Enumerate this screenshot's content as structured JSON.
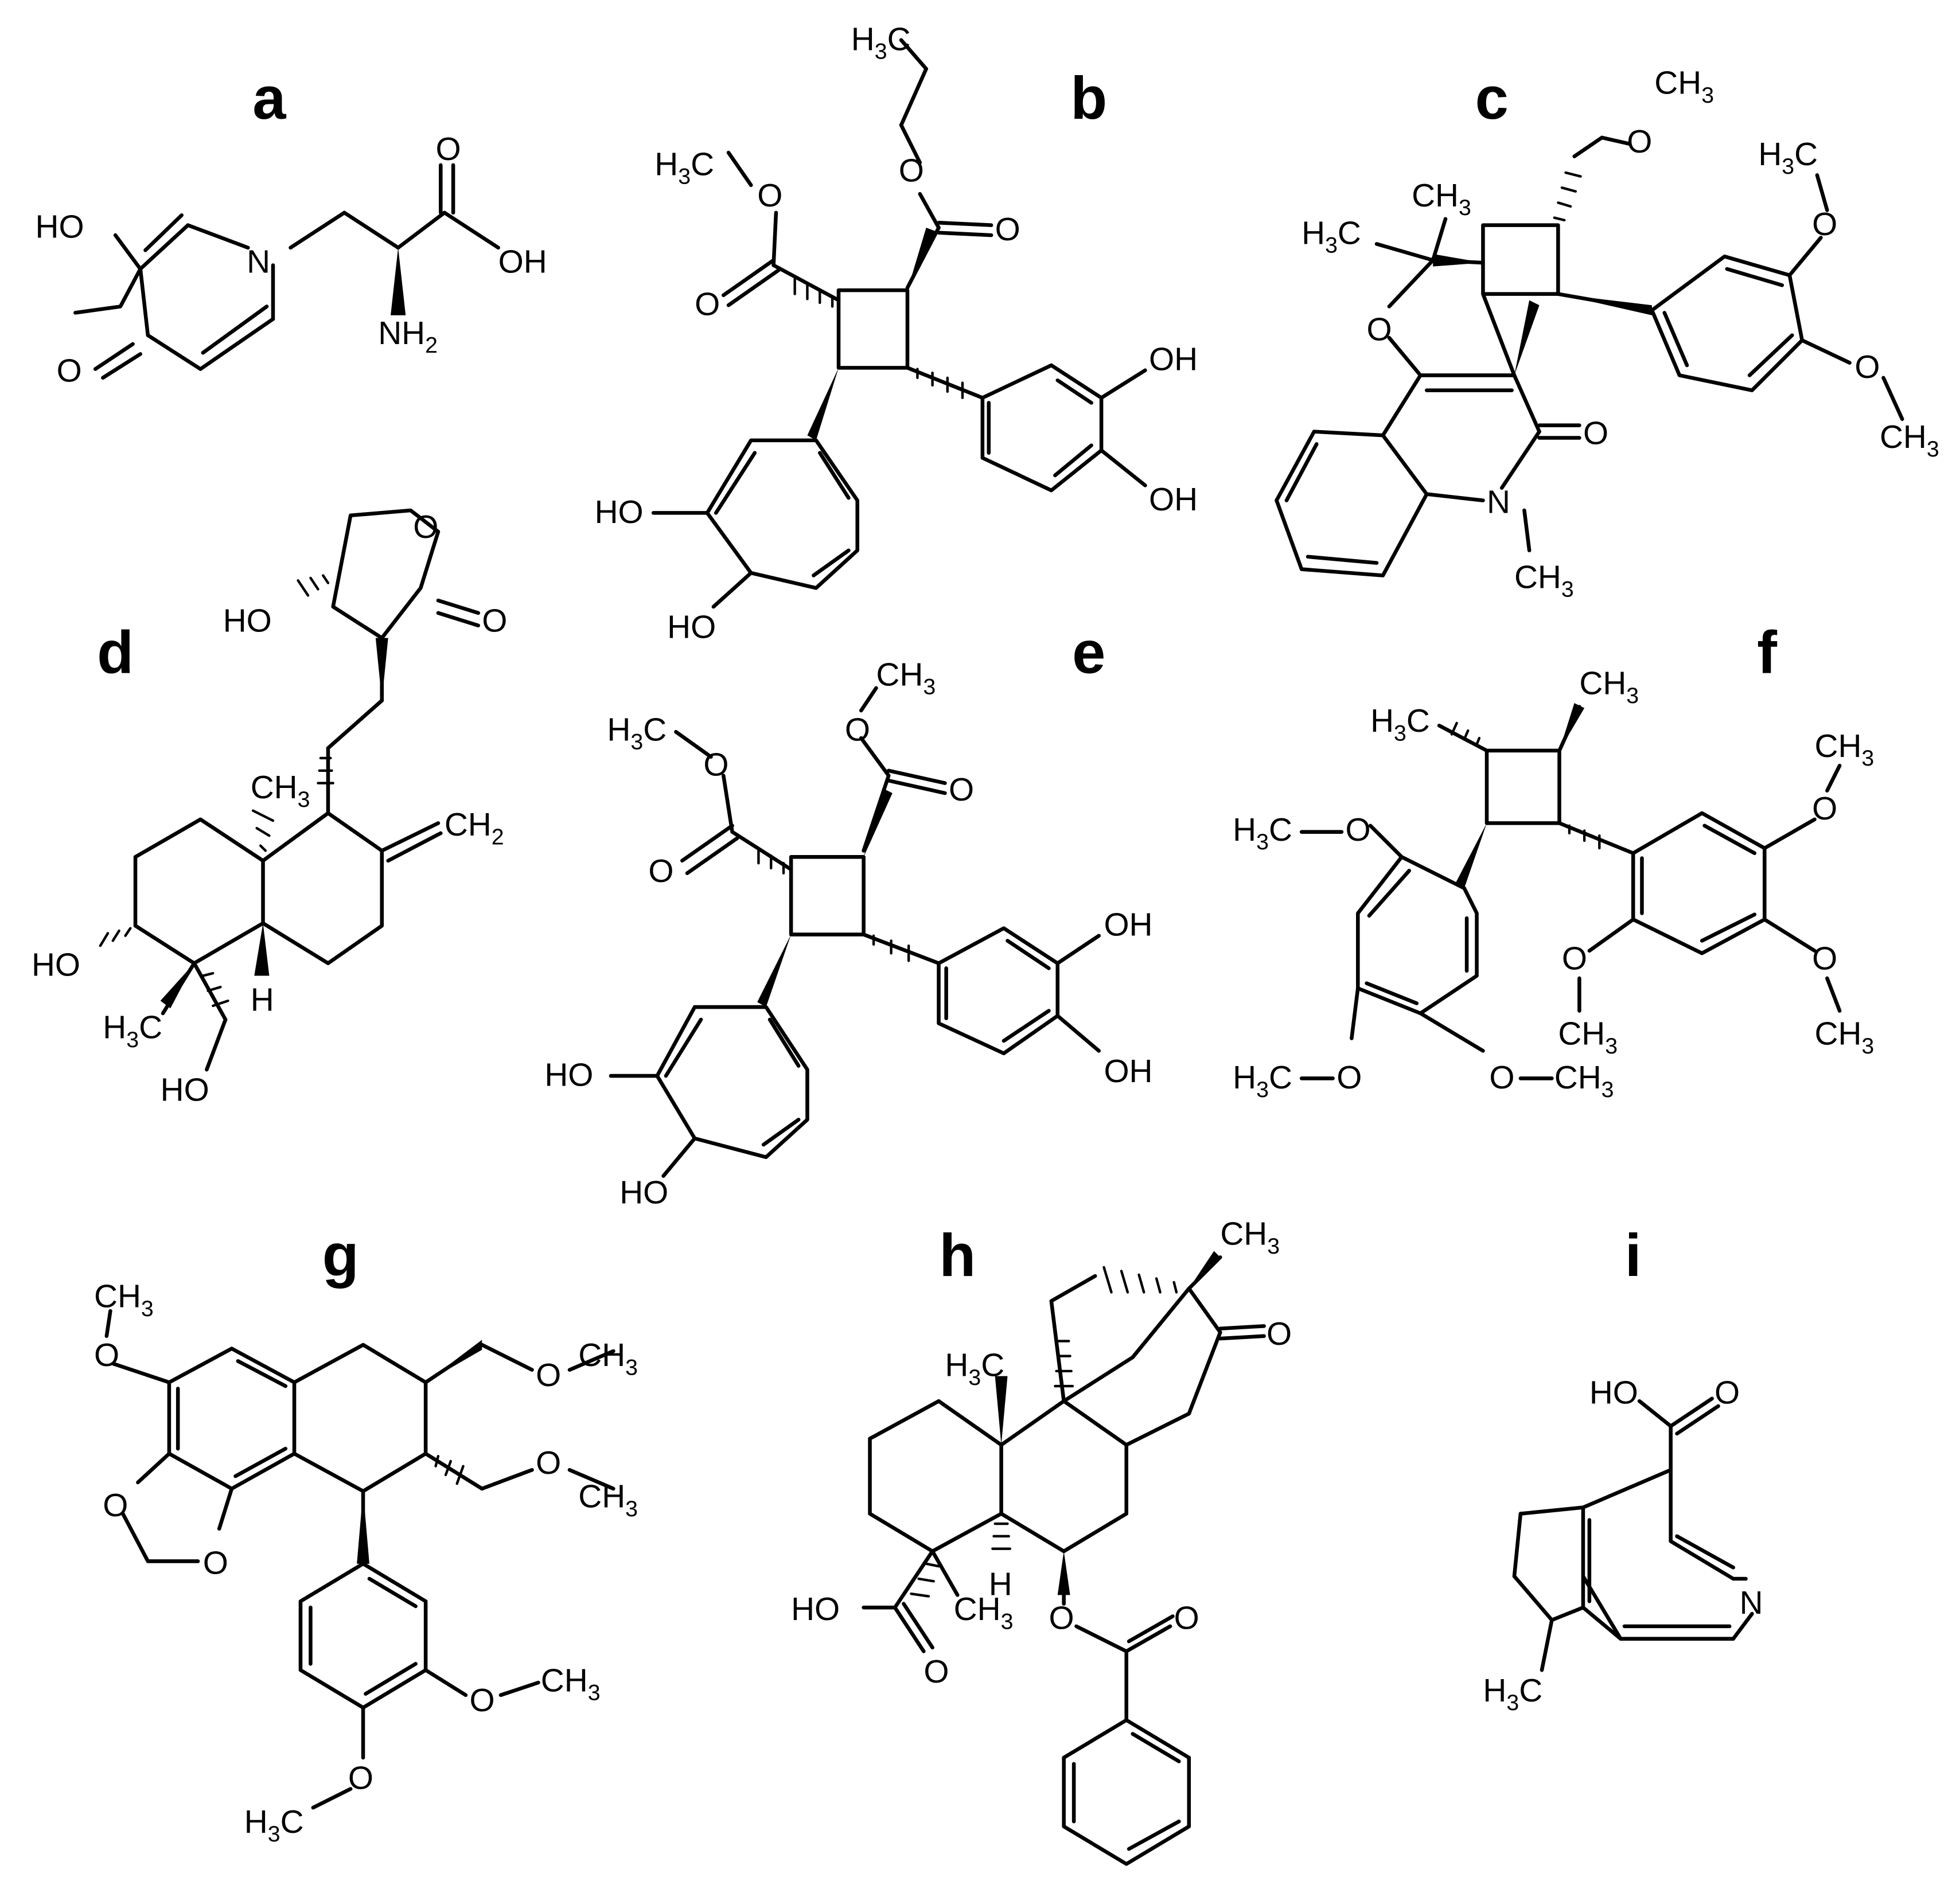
{
  "figure": {
    "panels": [
      {
        "id": "a",
        "label": "a",
        "atoms": {
          "oh": "HO",
          "o_keto": "O",
          "n": "N",
          "o_acid": "O",
          "oh_acid": "OH",
          "nh2": "NH",
          "nh2_sub": "2"
        }
      },
      {
        "id": "b",
        "label": "b",
        "atoms": {
          "h3c": "H",
          "h3c_sub": "3",
          "h3c_c": "C",
          "ch2_h3c": "H",
          "ch2_h3c_sub": "3",
          "ch2_h3c_c": "C",
          "o1": "O",
          "o2": "O",
          "o3": "O",
          "o4": "O",
          "oh1": "OH",
          "oh2": "OH",
          "ho1": "HO",
          "ho2": "HO"
        }
      },
      {
        "id": "c",
        "label": "c",
        "atoms": {
          "och3_top": "O",
          "ch3_top": "CH",
          "ch3_top_sub": "3",
          "h3c_left": "H",
          "h3c_left_sub": "3",
          "h3c_left_c": "C",
          "ch3_gem": "CH",
          "ch3_gem_sub": "3",
          "o_ring": "O",
          "o_keto": "O",
          "n": "N",
          "n_ch3": "CH",
          "n_ch3_sub": "3",
          "h3c_ar": "H",
          "h3c_ar_sub": "3",
          "h3c_ar_c": "C",
          "o_ar1": "O",
          "o_ar2": "O",
          "ch3_ar": "CH",
          "ch3_ar_sub": "3"
        }
      },
      {
        "id": "d",
        "label": "d",
        "atoms": {
          "o_ring": "O",
          "o_keto": "O",
          "ho_top": "HO",
          "ch3": "CH",
          "ch3_sub": "3",
          "ch2": "CH",
          "ch2_sub": "2",
          "ho_left": "HO",
          "h": "H",
          "h3c": "H",
          "h3c_sub": "3",
          "h3c_c": "C",
          "ho_bottom": "HO"
        }
      },
      {
        "id": "e",
        "label": "e",
        "atoms": {
          "ch3_top": "CH",
          "ch3_top_sub": "3",
          "h3c": "H",
          "h3c_sub": "3",
          "h3c_c": "C",
          "o1": "O",
          "o2": "O",
          "o3": "O",
          "o4": "O",
          "oh1": "OH",
          "oh2": "OH",
          "ho1": "HO",
          "ho2": "HO"
        }
      },
      {
        "id": "f",
        "label": "f",
        "atoms": {
          "h3c_top": "H",
          "h3c_top_sub": "3",
          "h3c_top_c": "C",
          "ch3_top": "CH",
          "ch3_top_sub": "3",
          "h3c_o1": "H",
          "h3c_o1_sub": "3",
          "h3c_o1_c": "C",
          "o1": "O",
          "h3c_o2": "H",
          "h3c_o2_sub": "3",
          "h3c_o2_c": "C",
          "o2": "O",
          "o3": "O",
          "ch3_3": "CH",
          "ch3_3_sub": "3",
          "o4": "O",
          "ch3_4": "CH",
          "ch3_4_sub": "3",
          "ch3_r1": "CH",
          "ch3_r1_sub": "3",
          "o5": "O",
          "o6": "O",
          "ch3_r2": "CH",
          "ch3_r2_sub": "3"
        }
      },
      {
        "id": "g",
        "label": "g",
        "atoms": {
          "ch3_top": "CH",
          "ch3_top_sub": "3",
          "o_top": "O",
          "o_r1": "O",
          "ch3_r1": "CH",
          "ch3_r1_sub": "3",
          "o_r2": "O",
          "ch3_r2": "CH",
          "ch3_r2_sub": "3",
          "o_d1": "O",
          "o_d2": "O",
          "o_ar1": "O",
          "ch3_ar1": "CH",
          "ch3_ar1_sub": "3",
          "o_ar2": "O",
          "h3c_ar": "H",
          "h3c_ar_sub": "3",
          "h3c_ar_c": "C"
        }
      },
      {
        "id": "h",
        "label": "h",
        "atoms": {
          "ch3_top": "CH",
          "ch3_top_sub": "3",
          "o_keto": "O",
          "h3c": "H",
          "h3c_sub": "3",
          "h3c_c": "C",
          "h": "H",
          "ho": "HO",
          "o_acid": "O",
          "ch3_low": "CH",
          "ch3_low_sub": "3",
          "o_ester": "O",
          "o_ester2": "O"
        }
      },
      {
        "id": "i",
        "label": "i",
        "atoms": {
          "ho": "HO",
          "o": "O",
          "n": "N",
          "h3c": "H",
          "h3c_sub": "3",
          "h3c_c": "C"
        }
      }
    ]
  }
}
